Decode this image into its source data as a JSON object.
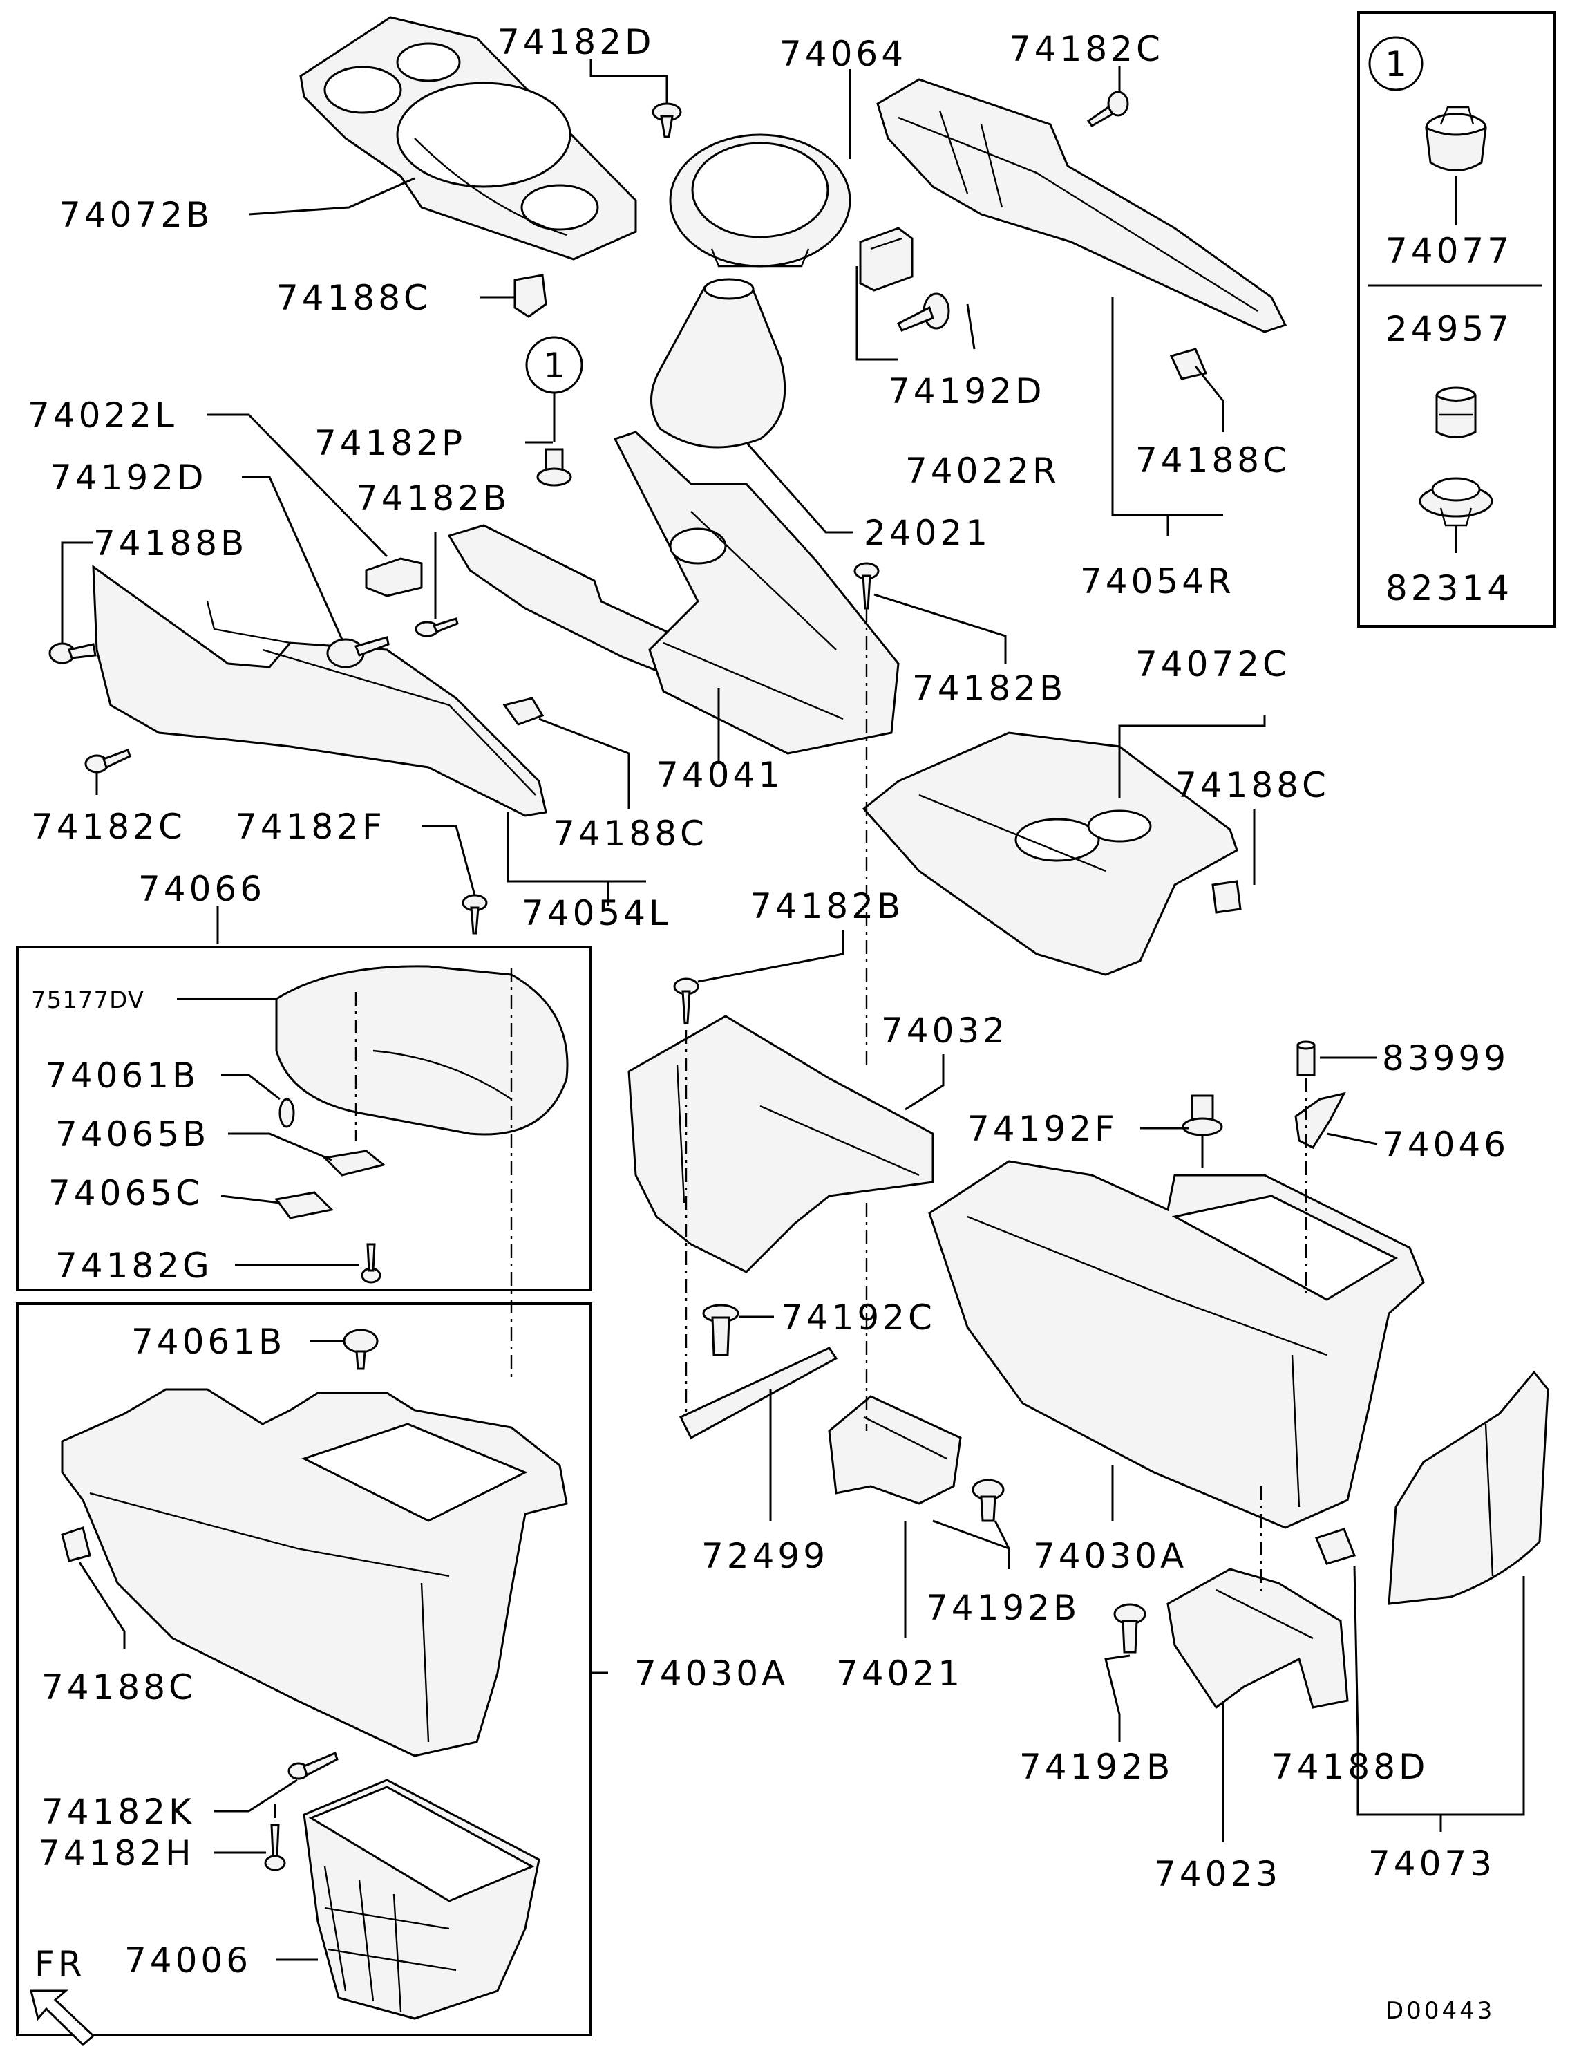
{
  "diagram_code": "D00443",
  "front_indicator": "FR",
  "callout_marker": "1",
  "labels": {
    "p74182D": "74182D",
    "p74064": "74064",
    "p74182C_top": "74182C",
    "p74072B": "74072B",
    "p74188C_top": "74188C",
    "p74192D_top": "74192D",
    "p74022R": "74022R",
    "p74188C_right": "74188C",
    "p74054R": "74054R",
    "p74022L": "74022L",
    "p74182P": "74182P",
    "p74192D_left": "74192D",
    "p74182B_left": "74182B",
    "p24021": "24021",
    "p74188B": "74188B",
    "p74182B_mid": "74182B",
    "p74072C": "74072C",
    "p74041": "74041",
    "p74188C_c": "74188C",
    "p74182C_left": "74182C",
    "p74182F": "74182F",
    "p74188C_l": "74188C",
    "p74066": "74066",
    "p74054L": "74054L",
    "p74182B_low": "74182B",
    "p75177DV": "75177DV",
    "p74032": "74032",
    "p83999": "83999",
    "p74061B_top": "74061B",
    "p74065B": "74065B",
    "p74192F": "74192F",
    "p74046": "74046",
    "p74065C": "74065C",
    "p74182G": "74182G",
    "p74061B_low": "74061B",
    "p74192C": "74192C",
    "p72499": "72499",
    "p74030A_right": "74030A",
    "p74192B_mid": "74192B",
    "p74188C_box": "74188C",
    "p74030A_left": "74030A",
    "p74021": "74021",
    "p74192B_low": "74192B",
    "p74188D": "74188D",
    "p74182K": "74182K",
    "p74023": "74023",
    "p74182H": "74182H",
    "p74073": "74073",
    "p74006": "74006",
    "inset_74077": "74077",
    "inset_24957": "24957",
    "inset_82314": "82314"
  }
}
